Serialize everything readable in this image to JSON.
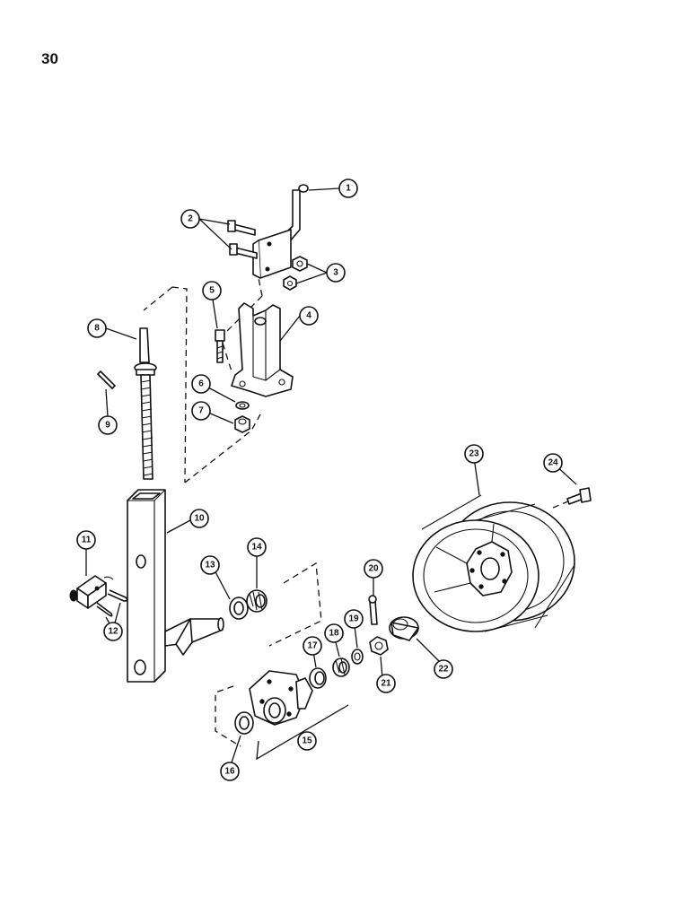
{
  "page_number": "30",
  "callouts": [
    {
      "id": "c1",
      "label": "1"
    },
    {
      "id": "c2",
      "label": "2"
    },
    {
      "id": "c3",
      "label": "3"
    },
    {
      "id": "c4",
      "label": "4"
    },
    {
      "id": "c5",
      "label": "5"
    },
    {
      "id": "c6",
      "label": "6"
    },
    {
      "id": "c7",
      "label": "7"
    },
    {
      "id": "c8",
      "label": "8"
    },
    {
      "id": "c9",
      "label": "9"
    },
    {
      "id": "c10",
      "label": "10"
    },
    {
      "id": "c11",
      "label": "11"
    },
    {
      "id": "c12",
      "label": "12"
    },
    {
      "id": "c13",
      "label": "13"
    },
    {
      "id": "c14",
      "label": "14"
    },
    {
      "id": "c15",
      "label": "15"
    },
    {
      "id": "c16",
      "label": "16"
    },
    {
      "id": "c17",
      "label": "17"
    },
    {
      "id": "c18",
      "label": "18"
    },
    {
      "id": "c19",
      "label": "19"
    },
    {
      "id": "c20",
      "label": "20"
    },
    {
      "id": "c21",
      "label": "21"
    },
    {
      "id": "c22",
      "label": "22"
    },
    {
      "id": "c23",
      "label": "23"
    },
    {
      "id": "c24",
      "label": "24"
    }
  ]
}
